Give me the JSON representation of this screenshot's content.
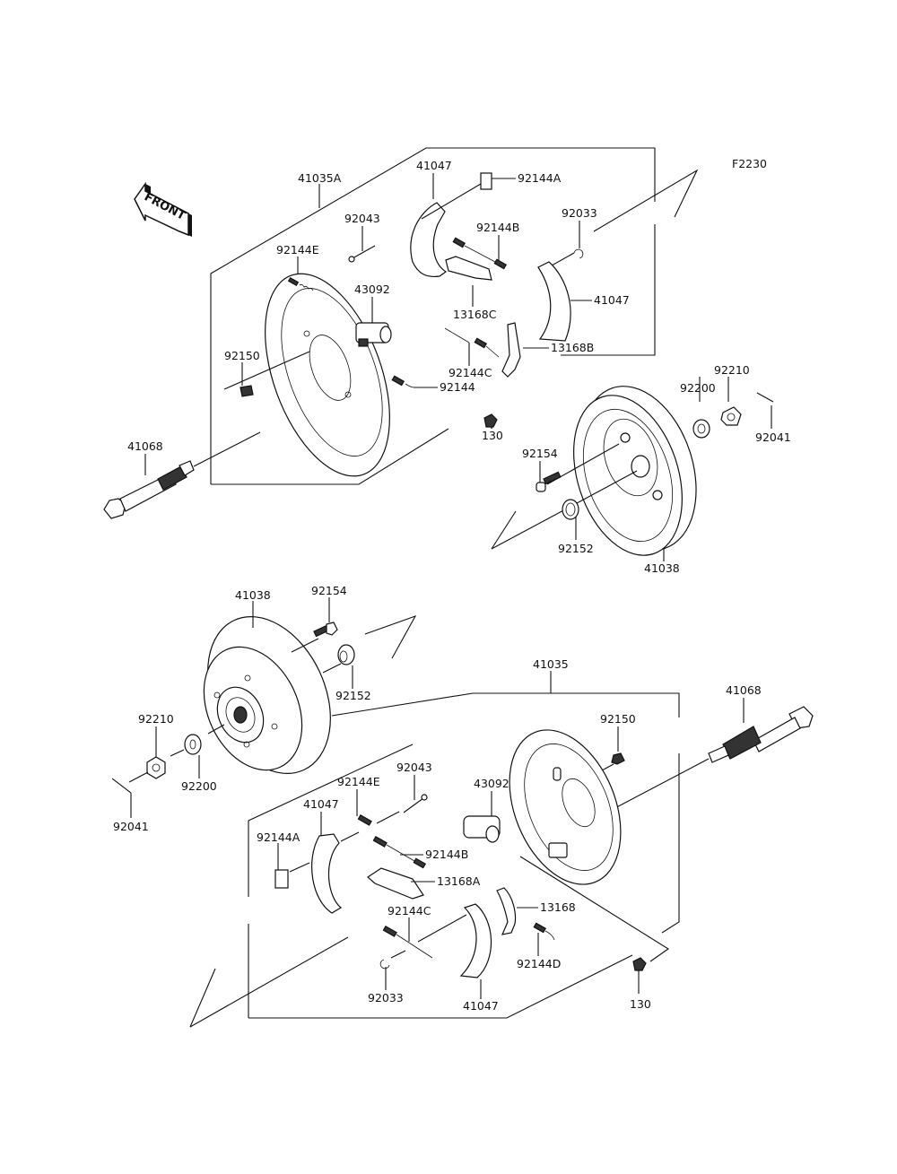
{
  "diagram": {
    "code": "F2230",
    "front_label": "FRONT",
    "upper_assembly": {
      "labels": {
        "backing_plate_assy": "41035A",
        "shoe_top": "41047",
        "clip_a": "92144A",
        "pin": "92043",
        "spring_e": "92144E",
        "spring_b": "92144B",
        "retainer": "92033",
        "wheel_cylinder": "43092",
        "lever_c": "13168C",
        "shoe_right": "41047",
        "lever_b": "13168B",
        "spring_c": "92144C",
        "bleeder": "92150",
        "spring": "92144",
        "bolt_130": "130",
        "axle": "41068",
        "washer": "92200",
        "nut": "92210",
        "cotter_pin": "92041",
        "bolt": "92154",
        "seal": "92152",
        "drum": "41038"
      }
    },
    "lower_assembly": {
      "labels": {
        "drum": "41038",
        "bolt": "92154",
        "seal": "92152",
        "nut": "92210",
        "washer": "92200",
        "cotter_pin": "92041",
        "backing_plate_assy": "41035",
        "axle": "41068",
        "bleeder": "92150",
        "pin": "92043",
        "spring_e": "92144E",
        "wheel_cylinder": "43092",
        "shoe_left": "41047",
        "clip_a": "92144A",
        "spring_b": "92144B",
        "lever_a": "13168A",
        "spring_c": "92144C",
        "lever": "13168",
        "spring_d": "92144D",
        "retainer": "92033",
        "shoe_bottom": "41047",
        "bolt_130": "130"
      }
    }
  }
}
